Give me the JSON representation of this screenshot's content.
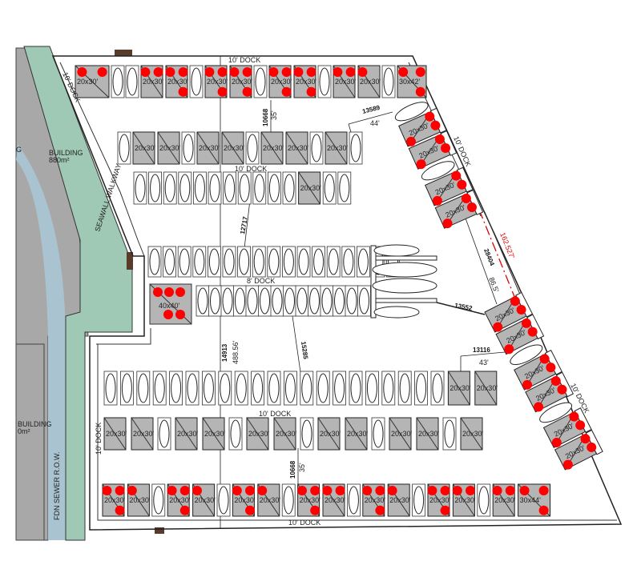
{
  "colors": {
    "slip_fill": "#b5b5b5",
    "dot": "#ff0000",
    "walkway": "#9fc9b5",
    "river": "#a9c4d0",
    "land": "#a8a8a8",
    "property_line": "#e00000"
  },
  "labels": {
    "seawall": "SEAWALL WALKWAY",
    "building_top": "BUILDING",
    "building_top_area": "880m²",
    "building_bottom": "BUILDING",
    "building_bottom_area": "0m²",
    "sewer": "FDN SEWER R.O.W.",
    "dock_top": "10' DOCK",
    "dock_top_left": "10' DOCK",
    "dock_row2": "10' DOCK",
    "dock_8": "8' DOCK",
    "dock_row6": "10' DOCK",
    "dock_left_bottom": "10' DOCK",
    "dock_bottom": "10' DOCK",
    "dock_right_upper": "10' DOCK",
    "dock_right_lower": "10' DOCK",
    "big_slip": "40x40'"
  },
  "dimensions": {
    "d1_mm": "10668",
    "d1_ft": "35'",
    "d2_mm": "13589",
    "d2_ft": "44'",
    "d3_mm": "12717",
    "d4_mm": "14913",
    "d4_ft": "488.56'",
    "d5_mm": "15285",
    "d6_mm": "28404",
    "d6_ft": "86.5'",
    "d7_mm": "13552",
    "d8_mm": "13116",
    "d8_ft": "43'",
    "d9_mm": "10668",
    "d9_ft": "35'",
    "property": "162.527'"
  },
  "rows": [
    {
      "name": "row-top",
      "items": [
        {
          "t": "slip",
          "label": "20x30'",
          "dots": 2,
          "w": 42
        },
        {
          "t": "boat"
        },
        {
          "t": "boat"
        },
        {
          "t": "slip",
          "label": "20x30'",
          "dots": 2
        },
        {
          "t": "slip",
          "label": "20x30'",
          "dots": 3
        },
        {
          "t": "boat"
        },
        {
          "t": "slip",
          "label": "20x30'",
          "dots": 3
        },
        {
          "t": "slip",
          "label": "20x30'",
          "dots": 3
        },
        {
          "t": "boat"
        },
        {
          "t": "slip",
          "label": "20x30'",
          "dots": 3
        },
        {
          "t": "slip",
          "label": "20x30'",
          "dots": 3
        },
        {
          "t": "boat"
        },
        {
          "t": "slip",
          "label": "20x30'",
          "dots": 2
        },
        {
          "t": "slip",
          "label": "20x30'",
          "dots": 1
        },
        {
          "t": "boat"
        },
        {
          "t": "slip",
          "label": "30x42'",
          "dots": 3,
          "w": 36
        }
      ]
    },
    {
      "name": "row-2",
      "items": [
        {
          "t": "boat"
        },
        {
          "t": "slip",
          "label": "20x30'",
          "dots": 0
        },
        {
          "t": "slip",
          "label": "20x30'",
          "dots": 0
        },
        {
          "t": "boat"
        },
        {
          "t": "slip",
          "label": "20x30'",
          "dots": 0
        },
        {
          "t": "slip",
          "label": "20x30'",
          "dots": 0
        },
        {
          "t": "boat"
        },
        {
          "t": "slip",
          "label": "20x30'",
          "dots": 0
        },
        {
          "t": "slip",
          "label": "20x30'",
          "dots": 0
        },
        {
          "t": "boat"
        },
        {
          "t": "slip",
          "label": "20x30'",
          "dots": 0
        },
        {
          "t": "boat"
        }
      ]
    },
    {
      "name": "row-3",
      "items": [
        {
          "t": "boat"
        },
        {
          "t": "boat"
        },
        {
          "t": "boat"
        },
        {
          "t": "boat"
        },
        {
          "t": "boat"
        },
        {
          "t": "boat"
        },
        {
          "t": "boat"
        },
        {
          "t": "boat"
        },
        {
          "t": "boat"
        },
        {
          "t": "boat"
        },
        {
          "t": "boat"
        },
        {
          "t": "slip",
          "label": "20x30'",
          "dots": 0
        },
        {
          "t": "boat"
        },
        {
          "t": "boat"
        }
      ]
    },
    {
      "name": "row-4",
      "items": [
        {
          "t": "boat"
        },
        {
          "t": "boat"
        },
        {
          "t": "boat"
        },
        {
          "t": "boat"
        },
        {
          "t": "boat"
        },
        {
          "t": "boat"
        },
        {
          "t": "boat"
        },
        {
          "t": "boat"
        },
        {
          "t": "boat"
        },
        {
          "t": "boat"
        },
        {
          "t": "boat"
        },
        {
          "t": "boat"
        },
        {
          "t": "boat"
        },
        {
          "t": "boat"
        },
        {
          "t": "boat"
        },
        {
          "t": "boat"
        },
        {
          "t": "boat"
        }
      ]
    },
    {
      "name": "row-5",
      "items": [
        {
          "t": "boat"
        },
        {
          "t": "boat"
        },
        {
          "t": "boat"
        },
        {
          "t": "boat"
        },
        {
          "t": "boat"
        },
        {
          "t": "boat"
        },
        {
          "t": "boat"
        },
        {
          "t": "boat"
        },
        {
          "t": "boat"
        },
        {
          "t": "boat"
        },
        {
          "t": "boat"
        },
        {
          "t": "boat"
        },
        {
          "t": "boat"
        },
        {
          "t": "boat"
        }
      ]
    },
    {
      "name": "row-6",
      "items": [
        {
          "t": "boat"
        },
        {
          "t": "boat"
        },
        {
          "t": "boat"
        },
        {
          "t": "boat"
        },
        {
          "t": "boat"
        },
        {
          "t": "boat"
        },
        {
          "t": "boat"
        },
        {
          "t": "boat"
        },
        {
          "t": "boat"
        },
        {
          "t": "boat"
        },
        {
          "t": "boat"
        },
        {
          "t": "boat"
        },
        {
          "t": "boat"
        },
        {
          "t": "boat"
        },
        {
          "t": "boat"
        },
        {
          "t": "boat"
        },
        {
          "t": "boat"
        },
        {
          "t": "boat"
        },
        {
          "t": "boat"
        },
        {
          "t": "boat"
        },
        {
          "t": "boat"
        },
        {
          "t": "slip",
          "label": "20x30'",
          "dots": 0
        },
        {
          "t": "slip",
          "label": "20x30'",
          "dots": 0
        }
      ]
    },
    {
      "name": "row-7",
      "items": [
        {
          "t": "slip",
          "label": "20x30'",
          "dots": 0
        },
        {
          "t": "slip",
          "label": "20x30'",
          "dots": 0
        },
        {
          "t": "boat"
        },
        {
          "t": "slip",
          "label": "20x30'",
          "dots": 0
        },
        {
          "t": "slip",
          "label": "20x30'",
          "dots": 0
        },
        {
          "t": "boat"
        },
        {
          "t": "slip",
          "label": "20x30'",
          "dots": 0
        },
        {
          "t": "slip",
          "label": "20x30'",
          "dots": 0
        },
        {
          "t": "boat"
        },
        {
          "t": "slip",
          "label": "20x30'",
          "dots": 0
        },
        {
          "t": "slip",
          "label": "20x30'",
          "dots": 0
        },
        {
          "t": "boat"
        },
        {
          "t": "slip",
          "label": "20x30'",
          "dots": 0
        },
        {
          "t": "slip",
          "label": "20x30'",
          "dots": 0
        },
        {
          "t": "boat"
        },
        {
          "t": "slip",
          "label": "20x30'",
          "dots": 0
        }
      ]
    },
    {
      "name": "row-bottom",
      "items": [
        {
          "t": "slip",
          "label": "20x30'",
          "dots": 3
        },
        {
          "t": "slip",
          "label": "20x30'",
          "dots": 1
        },
        {
          "t": "boat"
        },
        {
          "t": "slip",
          "label": "20x30'",
          "dots": 3
        },
        {
          "t": "slip",
          "label": "20x30'",
          "dots": 1
        },
        {
          "t": "boat"
        },
        {
          "t": "slip",
          "label": "20x30'",
          "dots": 3
        },
        {
          "t": "slip",
          "label": "20x30'",
          "dots": 1
        },
        {
          "t": "boat"
        },
        {
          "t": "slip",
          "label": "20x30'",
          "dots": 3
        },
        {
          "t": "slip",
          "label": "20x30'",
          "dots": 2
        },
        {
          "t": "boat"
        },
        {
          "t": "slip",
          "label": "20x30'",
          "dots": 3
        },
        {
          "t": "slip",
          "label": "20x30'",
          "dots": 1
        },
        {
          "t": "boat"
        },
        {
          "t": "slip",
          "label": "20x30'",
          "dots": 3
        },
        {
          "t": "slip",
          "label": "20x30'",
          "dots": 2
        },
        {
          "t": "boat"
        },
        {
          "t": "slip",
          "label": "20x30'",
          "dots": 2
        },
        {
          "t": "slip",
          "label": "30x44'",
          "dots": 3,
          "w": 40
        }
      ]
    },
    {
      "name": "row-right-upper",
      "items": [
        {
          "t": "hboat"
        },
        {
          "t": "slip",
          "label": "20x30'",
          "dots": 3
        },
        {
          "t": "slip",
          "label": "20x30'",
          "dots": 3
        },
        {
          "t": "hboat"
        },
        {
          "t": "slip",
          "label": "20x30'",
          "dots": 3
        },
        {
          "t": "slip",
          "label": "20x30'",
          "dots": 3
        }
      ]
    },
    {
      "name": "row-right-lower",
      "items": [
        {
          "t": "slip",
          "label": "20x30'",
          "dots": 3
        },
        {
          "t": "slip",
          "label": "20x30'",
          "dots": 3
        },
        {
          "t": "hboat"
        },
        {
          "t": "slip",
          "label": "20x30'",
          "dots": 3
        },
        {
          "t": "slip",
          "label": "20x30'",
          "dots": 3
        },
        {
          "t": "hboat"
        },
        {
          "t": "slip",
          "label": "20x30'",
          "dots": 3
        },
        {
          "t": "slip",
          "label": "20x30'",
          "dots": 3
        }
      ]
    }
  ]
}
